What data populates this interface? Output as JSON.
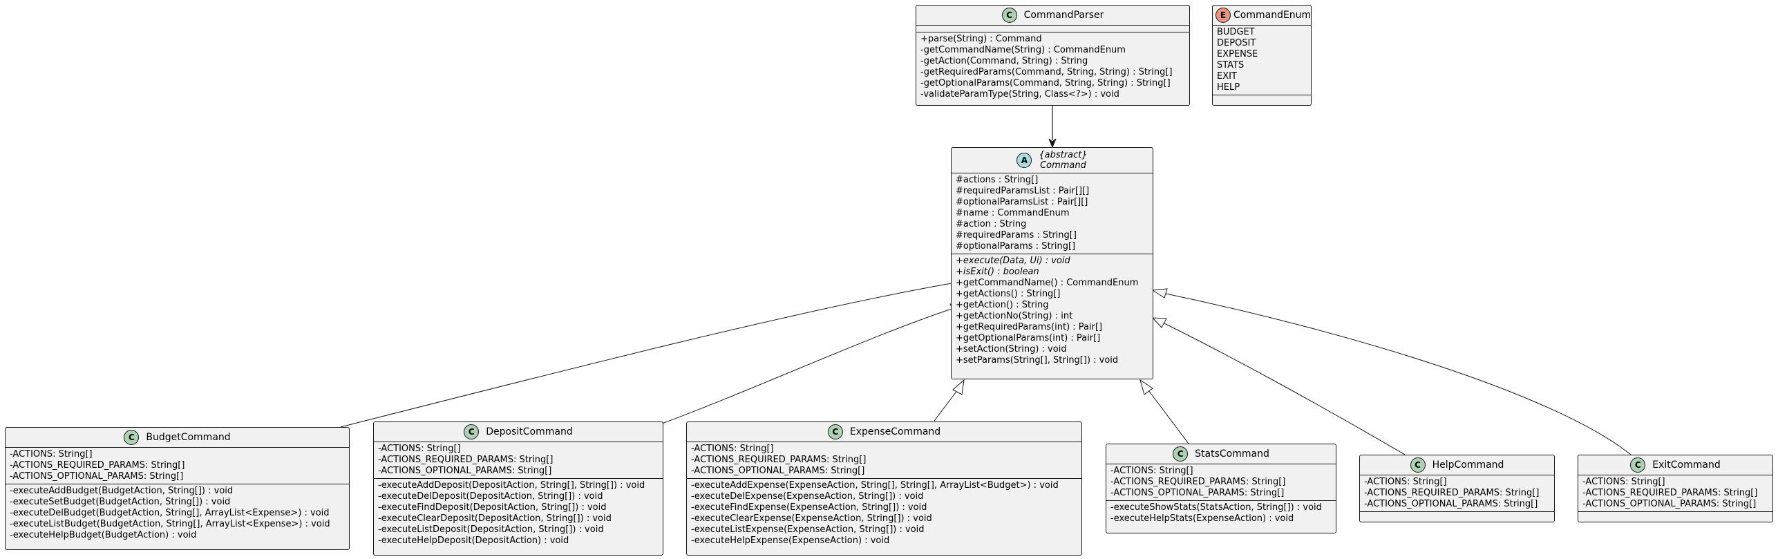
{
  "classes": {
    "parser": {
      "name": "CommandParser",
      "fields": [],
      "methods": [
        "+parse(String) : Command",
        "-getCommandName(String) : CommandEnum",
        "-getAction(Command, String) : String",
        "-getRequiredParams(Command, String, String) : String[]",
        "-getOptionalParams(Command, String, String) : String[]",
        "-validateParamType(String, Class<?>) : void"
      ]
    },
    "enum": {
      "name": "CommandEnum",
      "values": [
        "BUDGET",
        "DEPOSIT",
        "EXPENSE",
        "STATS",
        "EXIT",
        "HELP"
      ]
    },
    "command": {
      "stereotype": "{abstract}",
      "name": "Command",
      "fields": [
        "#actions : String[]",
        "#requiredParamsList : Pair[][]",
        "#optionalParamsList : Pair[][]",
        "#name : CommandEnum",
        "#action : String",
        "#requiredParams : String[]",
        "#optionalParams : String[]"
      ],
      "methods": [
        "+execute(Data, Ui) : void",
        "+isExit() : boolean",
        "+getCommandName() : CommandEnum",
        "+getActions() : String[]",
        "+getAction() : String",
        "+getActionNo(String) : int",
        "+getRequiredParams(int) : Pair[]",
        "+getOptionalParams(int) : Pair[]",
        "+setAction(String) : void",
        "+setParams(String[], String[]) : void"
      ]
    },
    "budget": {
      "name": "BudgetCommand",
      "fields": [
        "-ACTIONS: String[]",
        "-ACTIONS_REQUIRED_PARAMS: String[]",
        "-ACTIONS_OPTIONAL_PARAMS: String[]"
      ],
      "methods": [
        "-executeAddBudget(BudgetAction, String[]) : void",
        "-executeSetBudget(BudgetAction, String[]) : void",
        "-executeDelBudget(BudgetAction, String[], ArrayList<Expense>) : void",
        "-executeListBudget(BudgetAction, String[], ArrayList<Expense>) : void",
        "-executeHelpBudget(BudgetAction) : void"
      ]
    },
    "deposit": {
      "name": "DepositCommand",
      "fields": [
        "-ACTIONS: String[]",
        "-ACTIONS_REQUIRED_PARAMS: String[]",
        "-ACTIONS_OPTIONAL_PARAMS: String[]"
      ],
      "methods": [
        "-executeAddDeposit(DepositAction, String[], String[]) : void",
        "-executeDelDeposit(DepositAction, String[]) : void",
        "-executeFindDeposit(DepositAction, String[]) : void",
        "-executeClearDeposit(DepositAction, String[]) : void",
        "-executeListDeposit(DepositAction, String[]) : void",
        "-executeHelpDeposit(DepositAction) : void"
      ]
    },
    "expense": {
      "name": "ExpenseCommand",
      "fields": [
        "-ACTIONS: String[]",
        "-ACTIONS_REQUIRED_PARAMS: String[]",
        "-ACTIONS_OPTIONAL_PARAMS: String[]"
      ],
      "methods": [
        "-executeAddExpense(ExpenseAction, String[], String[], ArrayList<Budget>) : void",
        "-executeDelExpense(ExpenseAction, String[]) : void",
        "-executeFindExpense(ExpenseAction, String[]) : void",
        "-executeClearExpense(ExpenseAction, String[]) : void",
        "-executeListExpense(ExpenseAction, String[]) : void",
        "-executeHelpExpense(ExpenseAction) : void"
      ]
    },
    "stats": {
      "name": "StatsCommand",
      "fields": [
        "-ACTIONS: String[]",
        "-ACTIONS_REQUIRED_PARAMS: String[]",
        "-ACTIONS_OPTIONAL_PARAMS: String[]"
      ],
      "methods": [
        "-executeShowStats(StatsAction, String[]) : void",
        "-executeHelpStats(ExpenseAction) : void"
      ]
    },
    "help": {
      "name": "HelpCommand",
      "fields": [
        "-ACTIONS: String[]",
        "-ACTIONS_REQUIRED_PARAMS: String[]",
        "-ACTIONS_OPTIONAL_PARAMS: String[]"
      ],
      "methods": []
    },
    "exit": {
      "name": "ExitCommand",
      "fields": [
        "-ACTIONS: String[]",
        "-ACTIONS_REQUIRED_PARAMS: String[]",
        "-ACTIONS_OPTIONAL_PARAMS: String[]"
      ],
      "methods": []
    }
  },
  "icons": {
    "class": "C",
    "abstract": "A",
    "enum": "E"
  },
  "colors": {
    "box_fill": "#f1f1f1",
    "border": "#181818",
    "class_icon": "#add1b2",
    "abstract_icon": "#a9dcdf",
    "enum_icon": "#eb937f"
  }
}
